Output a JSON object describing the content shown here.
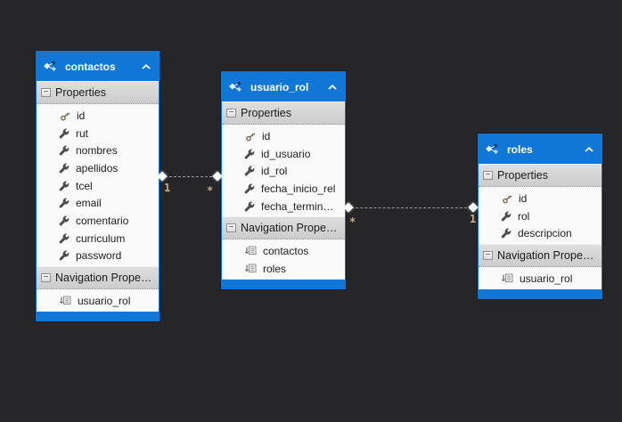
{
  "diagram": {
    "colors": {
      "background": "#262629",
      "entity_accent": "#1177d7",
      "entity_body": "#fafafa",
      "section_header": "#d6d6d6",
      "multiplicity_text": "#c9ad82"
    },
    "entities": [
      {
        "title": "contactos",
        "properties_header": "Properties",
        "navigation_header": "Navigation Prope…",
        "collapse_glyph": "−",
        "properties": [
          {
            "label": "id",
            "icon": "key"
          },
          {
            "label": "rut",
            "icon": "wrench"
          },
          {
            "label": "nombres",
            "icon": "wrench"
          },
          {
            "label": "apellidos",
            "icon": "wrench"
          },
          {
            "label": "tcel",
            "icon": "wrench"
          },
          {
            "label": "email",
            "icon": "wrench"
          },
          {
            "label": "comentario",
            "icon": "wrench"
          },
          {
            "label": "curriculum",
            "icon": "wrench"
          },
          {
            "label": "password",
            "icon": "wrench"
          }
        ],
        "navigation": [
          {
            "label": "usuario_rol",
            "icon": "navigation-property"
          }
        ]
      },
      {
        "title": "usuario_rol",
        "properties_header": "Properties",
        "navigation_header": "Navigation Prope…",
        "collapse_glyph": "−",
        "properties": [
          {
            "label": "id",
            "icon": "key"
          },
          {
            "label": "id_usuario",
            "icon": "wrench"
          },
          {
            "label": "id_rol",
            "icon": "wrench"
          },
          {
            "label": "fecha_inicio_rel",
            "icon": "wrench"
          },
          {
            "label": "fecha_termin…",
            "icon": "wrench"
          }
        ],
        "navigation": [
          {
            "label": "contactos",
            "icon": "navigation-property"
          },
          {
            "label": "roles",
            "icon": "navigation-property"
          }
        ]
      },
      {
        "title": "roles",
        "properties_header": "Properties",
        "navigation_header": "Navigation Prope…",
        "collapse_glyph": "−",
        "properties": [
          {
            "label": "id",
            "icon": "key"
          },
          {
            "label": "rol",
            "icon": "wrench"
          },
          {
            "label": "descripcion",
            "icon": "wrench"
          }
        ],
        "navigation": [
          {
            "label": "usuario_rol",
            "icon": "navigation-property"
          }
        ]
      }
    ],
    "connectors": [
      {
        "from": "contactos",
        "to": "usuario_rol",
        "from_multiplicity": "1",
        "to_multiplicity": "*"
      },
      {
        "from": "usuario_rol",
        "to": "roles",
        "from_multiplicity": "*",
        "to_multiplicity": "1"
      }
    ]
  }
}
